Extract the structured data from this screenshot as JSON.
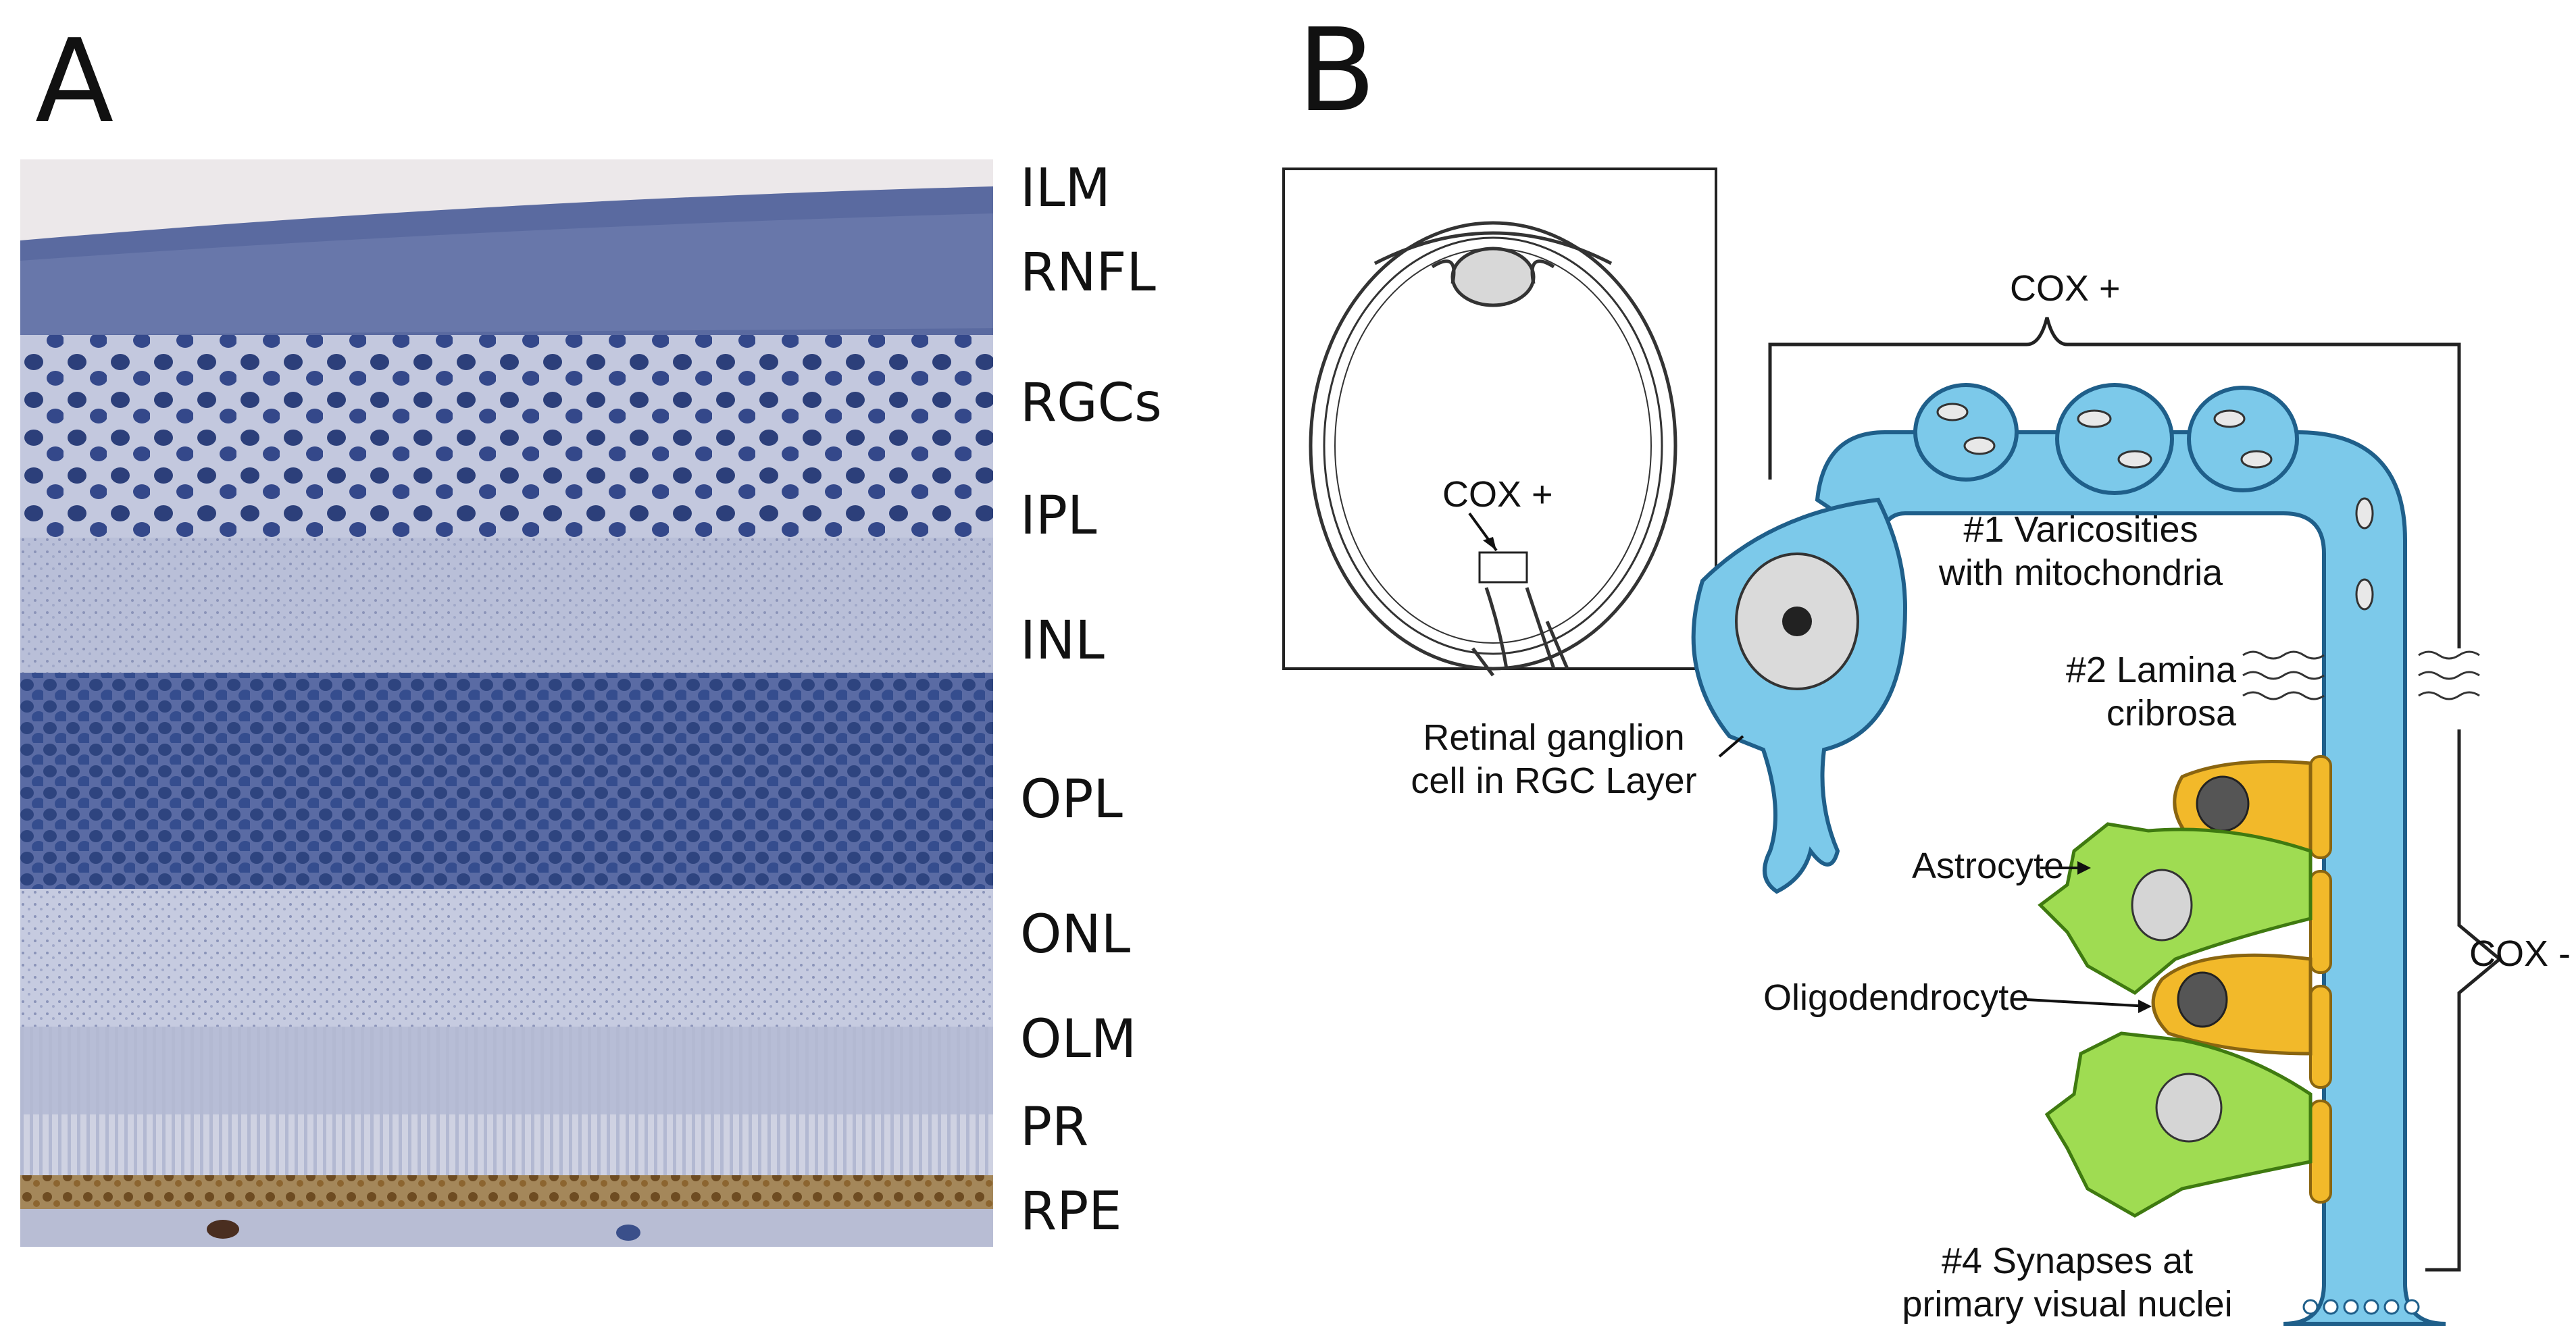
{
  "panelA": {
    "letter": "A",
    "layers": [
      "ILM",
      "RNFL",
      "RGCs",
      "IPL",
      "INL",
      "OPL",
      "ONL",
      "OLM",
      "PR",
      "RPE"
    ]
  },
  "panelB": {
    "letter": "B",
    "labels": {
      "cox_plus_top": "COX +",
      "cox_plus_eye": "COX +",
      "cox_minus": "COX -",
      "varicosities_line1": "#1 Varicosities",
      "varicosities_line2": "with mitochondria",
      "lamina_line1": "#2 Lamina",
      "lamina_line2": "cribrosa",
      "rgc_line1": "Retinal ganglion",
      "rgc_line2": "cell in RGC Layer",
      "astrocyte": "Astrocyte",
      "oligodendrocyte": "Oligodendrocyte",
      "synapses_line1": "#4 Synapses at",
      "synapses_line2": "primary visual nuclei"
    }
  },
  "colors": {
    "axon_blue": "#7cc9ea",
    "axon_outline": "#1f5f8a",
    "astrocyte_green": "#9fdc52",
    "oligo_yellow": "#f2b92a",
    "histology_dark": "#3b4f8c",
    "histology_light": "#c9cde0",
    "rpe_brown": "#8a6a3a"
  }
}
